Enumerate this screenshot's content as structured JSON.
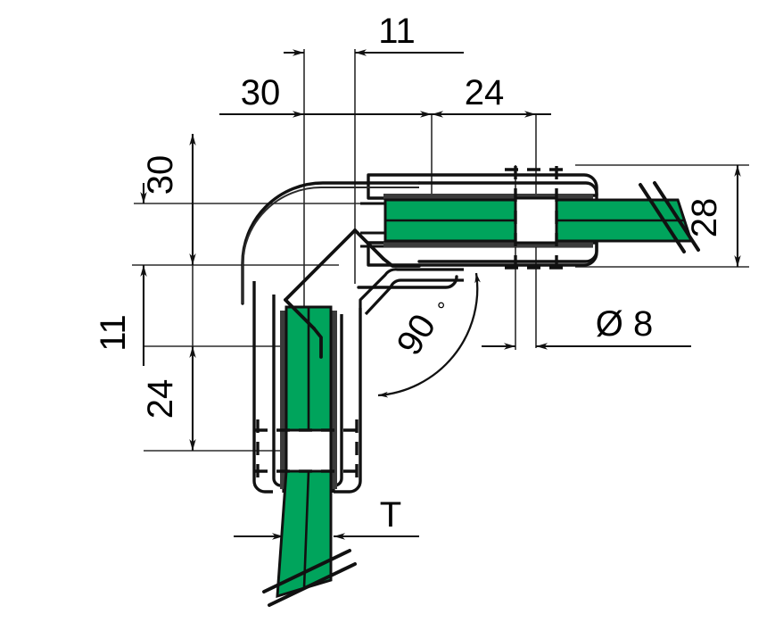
{
  "drawing": {
    "title": "90 degree glass clamp corner connector - cross section",
    "type": "technical-engineering-drawing",
    "units": "mm",
    "background_color": "#ffffff",
    "line_color": "#1a1a1a",
    "thin_line_color": "#4d4d4d",
    "glass_color": "#00A45C",
    "glass_edge_color": "#1a1a1a",
    "gasket_color": "#3a3a3a"
  },
  "dimensions": {
    "top_11": "11",
    "top_30": "30",
    "top_24": "24",
    "left_30": "30",
    "left_11": "11",
    "left_24": "24",
    "right_28": "28",
    "angle_90": "90",
    "degree_symbol": "°",
    "hole_diameter": "Ø 8",
    "thickness_T": "T"
  },
  "labels": [
    {
      "name": "dim-top-11",
      "text": "11",
      "rotation": 0
    },
    {
      "name": "dim-top-30",
      "text": "30",
      "rotation": 0
    },
    {
      "name": "dim-top-24",
      "text": "24",
      "rotation": 0
    },
    {
      "name": "dim-left-30",
      "text": "30",
      "rotation": -90
    },
    {
      "name": "dim-left-11",
      "text": "11",
      "rotation": -90
    },
    {
      "name": "dim-left-24",
      "text": "24",
      "rotation": -90
    },
    {
      "name": "dim-right-28",
      "text": "28",
      "rotation": -90
    },
    {
      "name": "dim-angle-90",
      "text": "90°",
      "rotation": -55
    },
    {
      "name": "dim-diameter-8",
      "text": "Ø 8",
      "rotation": 0
    },
    {
      "name": "dim-thickness-t",
      "text": "T",
      "rotation": 0
    }
  ],
  "components": {
    "horizontal_clamp": "upper-right glass clamp body",
    "vertical_clamp": "lower-left glass clamp body",
    "corner_block": "90 degree corner junction block",
    "glass_panel_horizontal": "glass panel entering from the right",
    "glass_panel_vertical": "glass panel entering from the bottom",
    "bolt_hole_horizontal": "Ø 8 through hole in horizontal clamp",
    "bolt_hole_vertical": "Ø 8 through hole in vertical clamp",
    "break_line_right": "glass break line right",
    "break_line_bottom": "glass break line bottom"
  }
}
